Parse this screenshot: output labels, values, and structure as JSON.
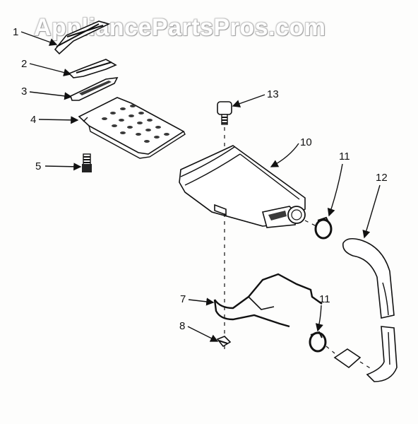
{
  "watermark": "AppliancePartsPros.com",
  "callouts": {
    "c1": "1",
    "c2": "2",
    "c3": "3",
    "c4": "4",
    "c5": "5",
    "c7": "7",
    "c8": "8",
    "c10": "10",
    "c11a": "11",
    "c11b": "11",
    "c12": "12",
    "c13": "13"
  }
}
